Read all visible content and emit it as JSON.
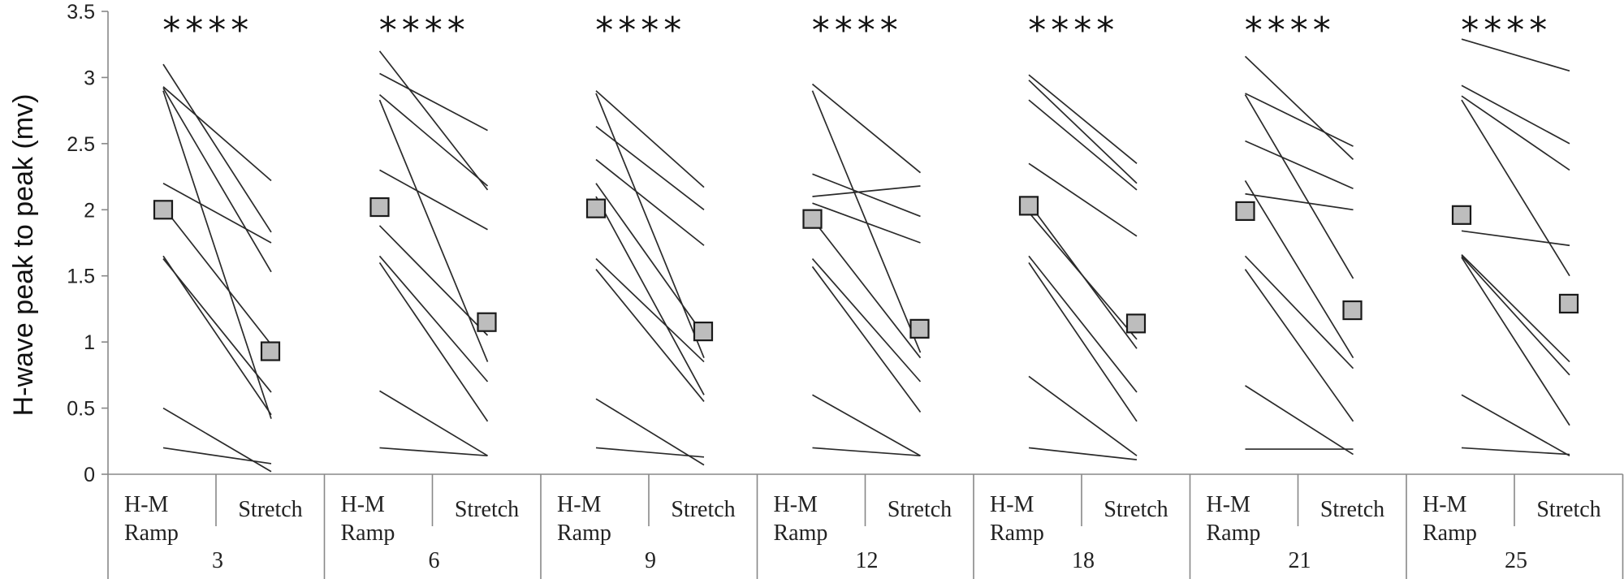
{
  "chart_data": {
    "type": "line",
    "ylabel": "H-wave peak to peak (mv)",
    "ylim": [
      0,
      3.5
    ],
    "yticks": [
      0,
      0.5,
      1,
      1.5,
      2,
      2.5,
      3,
      3.5
    ],
    "ytick_labels": [
      "0",
      "0.5",
      "1",
      "1.5",
      "2",
      "2.5",
      "3",
      "3.5"
    ],
    "conditions": [
      "H-M Ramp",
      "Stretch"
    ],
    "condition_labels": [
      {
        "line1": "H-M",
        "line2": "Ramp"
      },
      {
        "line1": "Stretch",
        "line2": ""
      }
    ],
    "significance": "****",
    "groups": [
      {
        "label": "3",
        "mean": [
          2.0,
          0.93
        ],
        "subjects": [
          [
            3.1,
            1.83
          ],
          [
            2.93,
            2.22
          ],
          [
            2.92,
            1.53
          ],
          [
            2.9,
            0.42
          ],
          [
            2.2,
            1.75
          ],
          [
            2.02,
            0.98
          ],
          [
            1.65,
            0.45
          ],
          [
            1.63,
            0.62
          ],
          [
            0.5,
            0.02
          ],
          [
            0.2,
            0.08
          ]
        ]
      },
      {
        "label": "6",
        "mean": [
          2.02,
          1.15
        ],
        "subjects": [
          [
            3.2,
            2.15
          ],
          [
            3.03,
            2.6
          ],
          [
            2.87,
            2.18
          ],
          [
            2.83,
            0.85
          ],
          [
            2.3,
            1.85
          ],
          [
            1.88,
            1.05
          ],
          [
            1.65,
            0.7
          ],
          [
            1.6,
            0.4
          ],
          [
            0.63,
            0.14
          ],
          [
            0.2,
            0.14
          ]
        ]
      },
      {
        "label": "9",
        "mean": [
          2.01,
          1.08
        ],
        "subjects": [
          [
            2.9,
            2.17
          ],
          [
            2.88,
            0.88
          ],
          [
            2.63,
            2.0
          ],
          [
            2.38,
            1.73
          ],
          [
            2.2,
            1.05
          ],
          [
            2.1,
            0.6
          ],
          [
            1.63,
            0.85
          ],
          [
            1.55,
            0.55
          ],
          [
            0.57,
            0.07
          ],
          [
            0.2,
            0.13
          ]
        ]
      },
      {
        "label": "12",
        "mean": [
          1.93,
          1.1
        ],
        "subjects": [
          [
            2.95,
            2.28
          ],
          [
            2.9,
            0.92
          ],
          [
            2.27,
            1.95
          ],
          [
            2.1,
            2.18
          ],
          [
            2.05,
            1.75
          ],
          [
            1.93,
            0.88
          ],
          [
            1.63,
            0.7
          ],
          [
            1.57,
            0.47
          ],
          [
            0.6,
            0.14
          ],
          [
            0.2,
            0.14
          ]
        ]
      },
      {
        "label": "18",
        "mean": [
          2.03,
          1.14
        ],
        "subjects": [
          [
            3.02,
            2.35
          ],
          [
            2.98,
            2.2
          ],
          [
            2.83,
            2.15
          ],
          [
            2.35,
            1.8
          ],
          [
            2.05,
            0.95
          ],
          [
            1.98,
            1.02
          ],
          [
            1.65,
            0.62
          ],
          [
            1.6,
            0.4
          ],
          [
            0.74,
            0.14
          ],
          [
            0.2,
            0.11
          ]
        ]
      },
      {
        "label": "21",
        "mean": [
          1.99,
          1.24
        ],
        "subjects": [
          [
            3.16,
            2.38
          ],
          [
            2.88,
            2.48
          ],
          [
            2.87,
            1.48
          ],
          [
            2.52,
            2.16
          ],
          [
            2.12,
            2.0
          ],
          [
            2.22,
            0.88
          ],
          [
            1.65,
            0.8
          ],
          [
            1.55,
            0.4
          ],
          [
            0.67,
            0.15
          ],
          [
            0.19,
            0.19
          ]
        ]
      },
      {
        "label": "25",
        "mean": [
          1.96,
          1.29
        ],
        "subjects": [
          [
            3.29,
            3.05
          ],
          [
            2.94,
            2.5
          ],
          [
            2.86,
            2.3
          ],
          [
            2.83,
            1.5
          ],
          [
            1.84,
            1.73
          ],
          [
            1.66,
            0.85
          ],
          [
            1.65,
            0.75
          ],
          [
            1.64,
            0.37
          ],
          [
            0.6,
            0.14
          ],
          [
            0.2,
            0.15
          ]
        ]
      }
    ]
  }
}
